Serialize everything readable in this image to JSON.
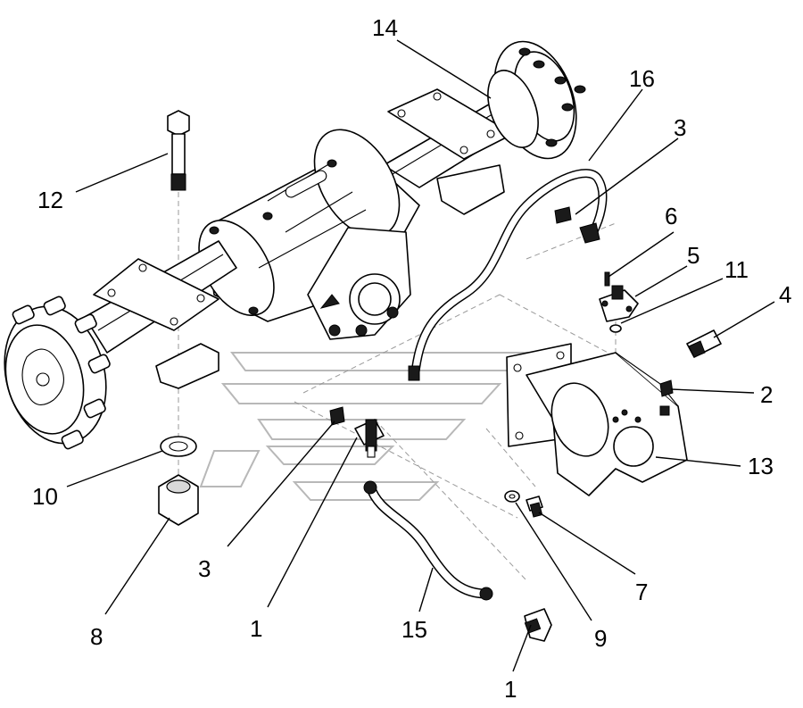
{
  "callouts": [
    {
      "id": "c14",
      "text": "14"
    },
    {
      "id": "c16",
      "text": "16"
    },
    {
      "id": "c3a",
      "text": "3"
    },
    {
      "id": "c6",
      "text": "6"
    },
    {
      "id": "c5",
      "text": "5"
    },
    {
      "id": "c11",
      "text": "11"
    },
    {
      "id": "c4",
      "text": "4"
    },
    {
      "id": "c12",
      "text": "12"
    },
    {
      "id": "c2",
      "text": "2"
    },
    {
      "id": "c13",
      "text": "13"
    },
    {
      "id": "c10",
      "text": "10"
    },
    {
      "id": "c3b",
      "text": "3"
    },
    {
      "id": "c7",
      "text": "7"
    },
    {
      "id": "c1a",
      "text": "1"
    },
    {
      "id": "c8",
      "text": "8"
    },
    {
      "id": "c15",
      "text": "15"
    },
    {
      "id": "c9",
      "text": "9"
    },
    {
      "id": "c1b",
      "text": "1"
    }
  ]
}
